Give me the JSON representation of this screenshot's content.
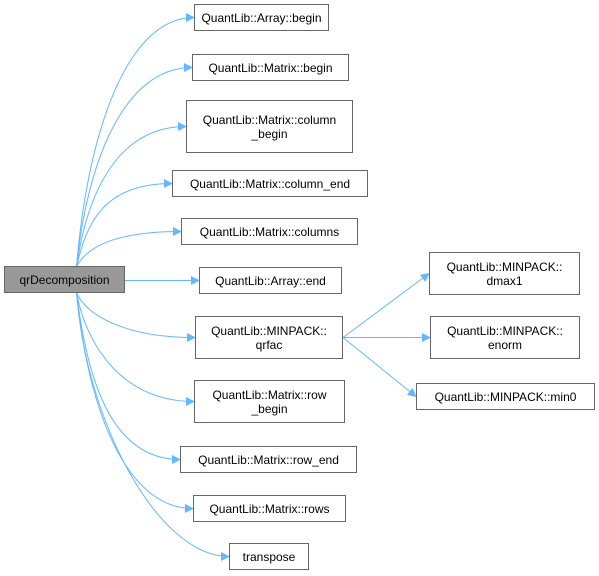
{
  "graph": {
    "edge_color": "#63b8ff",
    "root": {
      "label": "qrDecomposition",
      "fill": "#999999"
    },
    "nodes": [
      {
        "id": "array_begin",
        "lines": [
          "QuantLib::Array::begin"
        ]
      },
      {
        "id": "matrix_begin",
        "lines": [
          "QuantLib::Matrix::begin"
        ]
      },
      {
        "id": "matrix_column_begin",
        "lines": [
          "QuantLib::Matrix::column",
          "_begin"
        ]
      },
      {
        "id": "matrix_column_end",
        "lines": [
          "QuantLib::Matrix::column_end"
        ]
      },
      {
        "id": "matrix_columns",
        "lines": [
          "QuantLib::Matrix::columns"
        ]
      },
      {
        "id": "array_end",
        "lines": [
          "QuantLib::Array::end"
        ]
      },
      {
        "id": "minpack_qrfac",
        "lines": [
          "QuantLib::MINPACK::",
          "qrfac"
        ]
      },
      {
        "id": "matrix_row_begin",
        "lines": [
          "QuantLib::Matrix::row",
          "_begin"
        ]
      },
      {
        "id": "matrix_row_end",
        "lines": [
          "QuantLib::Matrix::row_end"
        ]
      },
      {
        "id": "matrix_rows",
        "lines": [
          "QuantLib::Matrix::rows"
        ]
      },
      {
        "id": "transpose",
        "lines": [
          "transpose"
        ]
      },
      {
        "id": "minpack_dmax1",
        "lines": [
          "QuantLib::MINPACK::",
          "dmax1"
        ]
      },
      {
        "id": "minpack_enorm",
        "lines": [
          "QuantLib::MINPACK::",
          "enorm"
        ]
      },
      {
        "id": "minpack_min0",
        "lines": [
          "QuantLib::MINPACK::min0"
        ]
      }
    ],
    "edges": [
      {
        "from": "root",
        "to": "array_begin"
      },
      {
        "from": "root",
        "to": "matrix_begin"
      },
      {
        "from": "root",
        "to": "matrix_column_begin"
      },
      {
        "from": "root",
        "to": "matrix_column_end"
      },
      {
        "from": "root",
        "to": "matrix_columns"
      },
      {
        "from": "root",
        "to": "array_end"
      },
      {
        "from": "root",
        "to": "minpack_qrfac"
      },
      {
        "from": "root",
        "to": "matrix_row_begin"
      },
      {
        "from": "root",
        "to": "matrix_row_end"
      },
      {
        "from": "root",
        "to": "matrix_rows"
      },
      {
        "from": "root",
        "to": "transpose"
      },
      {
        "from": "minpack_qrfac",
        "to": "minpack_dmax1"
      },
      {
        "from": "minpack_qrfac",
        "to": "minpack_enorm"
      },
      {
        "from": "minpack_qrfac",
        "to": "minpack_min0"
      }
    ]
  }
}
